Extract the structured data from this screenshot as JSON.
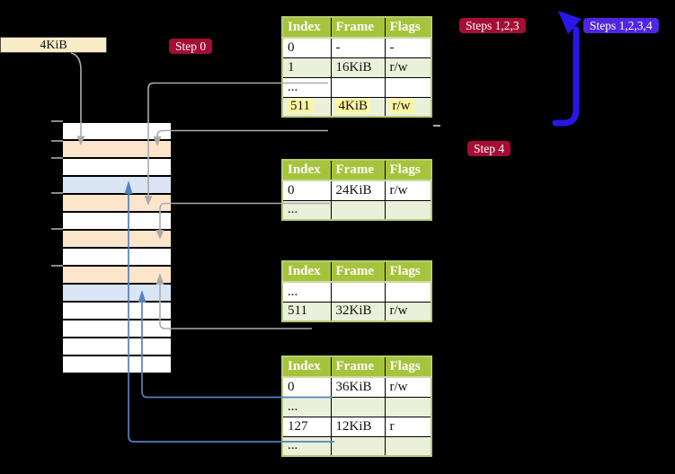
{
  "labels": {
    "page_size": "4KiB",
    "step0": "Step 0",
    "steps123": "Steps 1,2,3",
    "steps1234": "Steps 1,2,3,4",
    "step4": "Step 4"
  },
  "colors": {
    "background": "#000000",
    "badge_red": "#a50d34",
    "badge_blue": "#5126e3",
    "big_arrow_blue": "#2817e8",
    "connector_gray": "#ababab",
    "connector_steel_blue": "#5580be",
    "table_header_green": "#a5c43c",
    "table_row_green": "#eaf0d9",
    "table_border_green": "#b6cb72",
    "highlight_yellow": "#fdf6a2",
    "memory_page_orange": "#fde5cb",
    "memory_page_blue": "#d9e5f4",
    "size_label_cream": "#f9ecc7"
  },
  "memory": {
    "rows": [
      "white",
      "orange",
      "white",
      "blue",
      "orange",
      "white",
      "orange",
      "white",
      "orange",
      "blue",
      "white",
      "white",
      "white",
      "white"
    ]
  },
  "tables": [
    {
      "headers": [
        "Index",
        "Frame",
        "Flags"
      ],
      "rows": [
        {
          "index": "0",
          "frame": "-",
          "flags": "-"
        },
        {
          "index": "1",
          "frame": "16KiB",
          "flags": "r/w"
        },
        {
          "index": "...",
          "frame": "",
          "flags": ""
        },
        {
          "index": "511",
          "frame": "4KiB",
          "flags": "r/w"
        }
      ]
    },
    {
      "headers": [
        "Index",
        "Frame",
        "Flags"
      ],
      "rows": [
        {
          "index": "0",
          "frame": "24KiB",
          "flags": "r/w"
        },
        {
          "index": "...",
          "frame": "",
          "flags": ""
        }
      ]
    },
    {
      "headers": [
        "Index",
        "Frame",
        "Flags"
      ],
      "rows": [
        {
          "index": "...",
          "frame": "",
          "flags": ""
        },
        {
          "index": "511",
          "frame": "32KiB",
          "flags": "r/w"
        }
      ]
    },
    {
      "headers": [
        "Index",
        "Frame",
        "Flags"
      ],
      "rows": [
        {
          "index": "0",
          "frame": "36KiB",
          "flags": "r/w"
        },
        {
          "index": "...",
          "frame": "",
          "flags": ""
        },
        {
          "index": "127",
          "frame": "12KiB",
          "flags": "r"
        },
        {
          "index": "...",
          "frame": "",
          "flags": ""
        }
      ]
    }
  ]
}
